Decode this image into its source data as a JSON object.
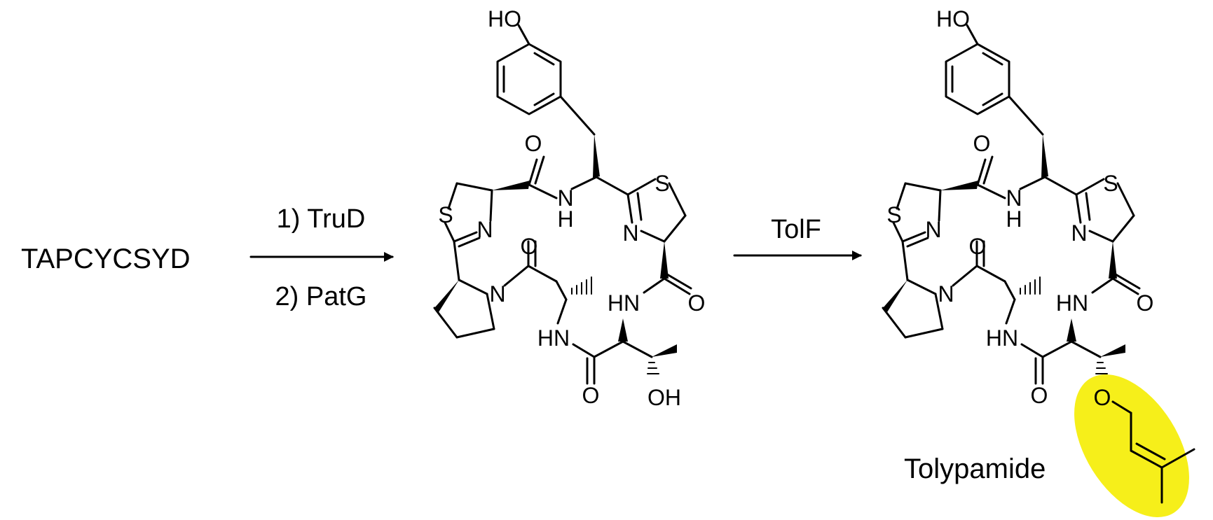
{
  "scheme": {
    "substrate": "TAPCYCSYD",
    "step1": {
      "reagent_1": "1) TruD",
      "reagent_2": "2) PatG"
    },
    "step2": {
      "reagent": "TolF"
    },
    "product_name": "Tolypamide",
    "highlight_color": "#f6ef1a"
  },
  "atoms": {
    "hydroxyl": "HO",
    "oxygen": "O",
    "sulfur": "S",
    "nitrogen": "N",
    "amide_nh": "NH",
    "amide_hn": "HN",
    "hydrogen": "H",
    "hydroxyl_oh": "OH"
  }
}
